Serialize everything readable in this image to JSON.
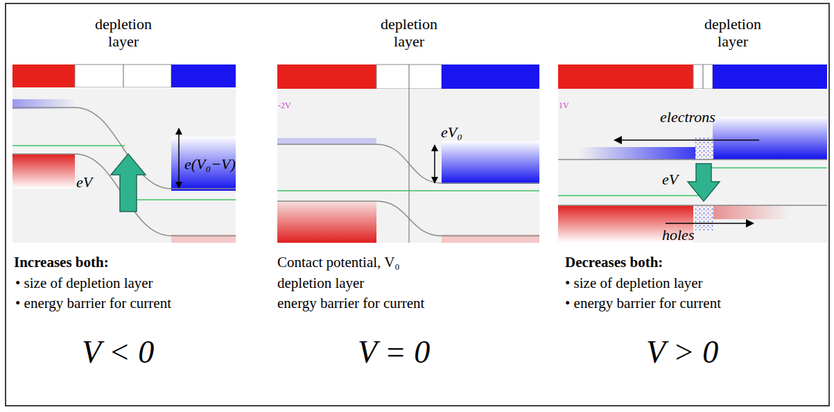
{
  "diagram": {
    "labels": [
      "depletion layer",
      "e(V₀−V)",
      "eV",
      "Increases both:",
      "• size of depletion layer",
      "• energy barrier for current",
      "V < 0",
      "depletion layer",
      "-2V",
      "eV₀",
      "Contact potential, V₀",
      "depletion layer",
      "energy barrier for current",
      "V = 0",
      "depletion layer",
      "1V",
      "electrons",
      "eV",
      "holes",
      "Decreases both:",
      "• size of depletion layer",
      "• energy barrier for current",
      "V > 0"
    ]
  }
}
